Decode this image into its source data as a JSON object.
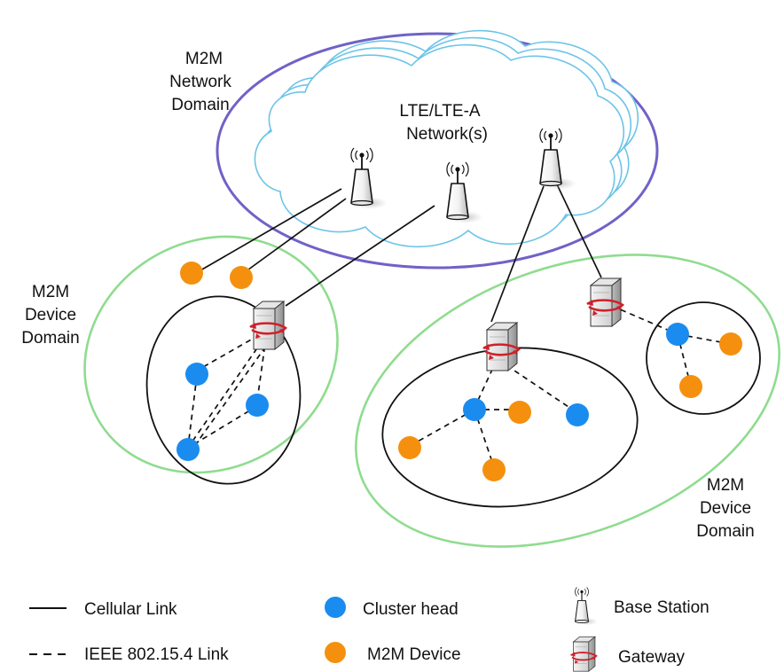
{
  "labels": {
    "network_domain": [
      "M2M",
      "Network",
      "Domain"
    ],
    "lte_network": [
      "LTE/LTE-A",
      "Network(s)"
    ],
    "device_domain_left": [
      "M2M",
      "Device",
      "Domain"
    ],
    "device_domain_right": [
      "M2M",
      "Device",
      "Domain"
    ]
  },
  "legend": {
    "cellular_link": "Cellular Link",
    "ieee_link": "IEEE 802.15.4 Link",
    "cluster_head": "Cluster head",
    "m2m_device": "M2M Device",
    "base_station": "Base Station",
    "gateway": "Gateway"
  },
  "colors": {
    "network_domain_ellipse": "#6f62c8",
    "cloud_outline": "#6cc4e8",
    "device_domain_ellipse": "#8fdc8f",
    "cluster_head": "#1a8cf0",
    "m2m_device": "#f5900f",
    "gateway_arrow": "#d0202a"
  },
  "icons": {
    "base_station": "base-station-icon",
    "gateway": "gateway-icon"
  }
}
